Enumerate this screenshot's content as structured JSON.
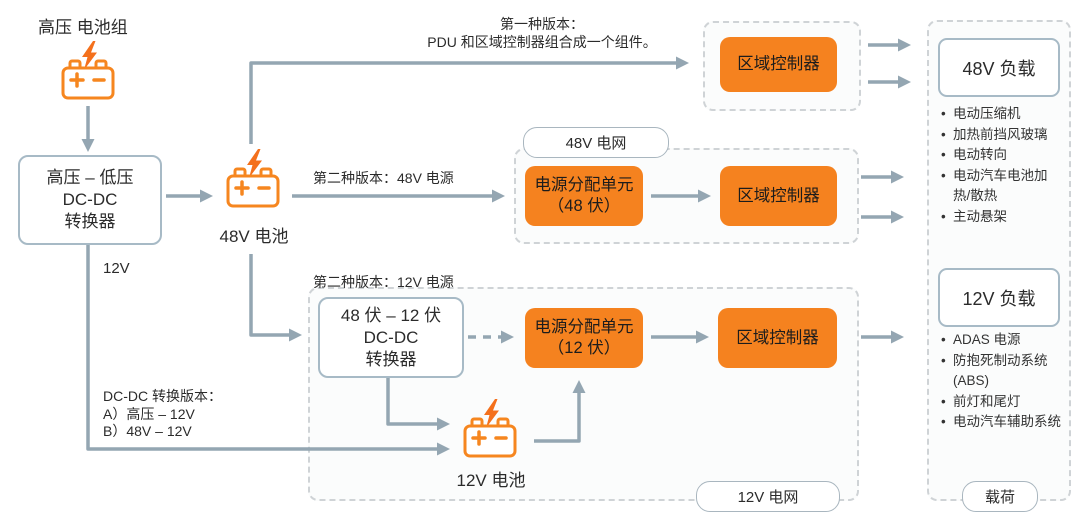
{
  "title": "高压 电池组",
  "nodes": {
    "hv_dcdc": {
      "line1": "高压 – 低压",
      "line2": "DC-DC",
      "line3": "转换器"
    },
    "battery_48v": "48V 电池",
    "battery_12v": "12V 电池",
    "dcdc_48_12": {
      "line1": "48 伏 – 12 伏",
      "line2": "DC-DC",
      "line3": "转换器"
    },
    "pdu_48v": {
      "line1": "电源分配单元",
      "line2": "（48 伏）"
    },
    "pdu_12v": {
      "line1": "电源分配单元",
      "line2": "（12 伏）"
    },
    "zone_controller": "区域控制器"
  },
  "annotations": {
    "version1_line1": "第一种版本：",
    "version1_line2": "PDU 和区域控制器组合成一个组件。",
    "version2_48v": "第二种版本：48V 电源",
    "version2_12v": "第二种版本：12V 电源",
    "twelve_volt": "12V",
    "dcdc_versions_line1": "DC-DC 转换版本：",
    "dcdc_versions_line2": "A）高压 – 12V",
    "dcdc_versions_line3": "B）48V – 12V"
  },
  "group_labels": {
    "grid_48v": "48V 电网",
    "grid_12v": "12V 电网",
    "loads": "载荷"
  },
  "loads_48v": {
    "title": "48V 负载",
    "items": [
      "电动压缩机",
      "加热前挡风玻璃",
      "电动转向",
      "电动汽车电池加热/散热",
      "主动悬架"
    ]
  },
  "loads_12v": {
    "title": "12V 负载",
    "items": [
      "ADAS 电源",
      "防抱死制动系统 (ABS)",
      "前灯和尾灯",
      "电动汽车辅助系统"
    ]
  },
  "icons": {
    "battery": "battery-icon",
    "lightning": "lightning-bolt-icon"
  },
  "colors": {
    "orange": "#f5821f",
    "line_gray": "#94a6b2",
    "box_border": "#a7bac6",
    "dash_border": "#cfd3d6",
    "text": "#2b2b2b"
  }
}
